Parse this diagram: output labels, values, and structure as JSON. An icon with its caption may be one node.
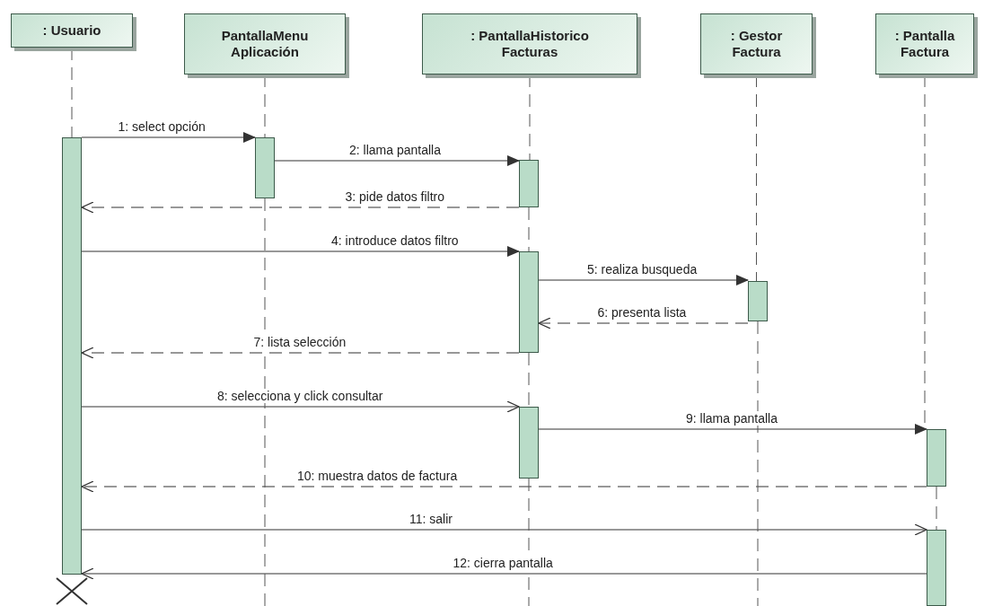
{
  "diagram": {
    "nodes": [
      {
        "text": [
          ": Usuario"
        ]
      },
      {
        "text": [
          "PantallaMenu Aplicación"
        ]
      },
      {
        "text": [
          ": PantallaHistorico Facturas"
        ]
      },
      {
        "text": [
          ": Gestor Factura"
        ]
      },
      {
        "text": [
          ": Pantalla Factura"
        ]
      },
      {
        "text": [],
        "shape": "bar"
      },
      {
        "text": [],
        "shape": "bar"
      },
      {
        "text": [],
        "shape": "bar"
      },
      {
        "text": [],
        "shape": "bar"
      },
      {
        "text": [],
        "shape": "bar"
      },
      {
        "text": [],
        "shape": "bar"
      },
      {
        "text": [],
        "shape": "bar"
      },
      {
        "text": [],
        "shape": "bar"
      },
      {
        "text": [],
        "shape": "cross"
      }
    ],
    "edges": [
      {
        "from": 5,
        "to": 6,
        "arrow": "to",
        "label": "1: select opción"
      },
      {
        "from": 6,
        "to": 7,
        "arrow": "to",
        "label": "2: llama pantalla"
      },
      {
        "from": 7,
        "to": 5,
        "arrow": "to",
        "label": "3: pide datos filtro",
        "style": "dashed"
      },
      {
        "from": 5,
        "to": 8,
        "arrow": "to",
        "label": "4: introduce datos filtro"
      },
      {
        "from": 8,
        "to": 9,
        "arrow": "to",
        "label": "5: realiza busqueda"
      },
      {
        "from": 9,
        "to": 8,
        "arrow": "to",
        "label": "6: presenta lista",
        "style": "dashed"
      },
      {
        "from": 8,
        "to": 5,
        "arrow": "to",
        "label": "7: lista selección",
        "style": "dashed"
      },
      {
        "from": 5,
        "to": 10,
        "arrow": "to",
        "label": "8: selecciona y click consultar"
      },
      {
        "from": 10,
        "to": 11,
        "arrow": "to",
        "label": "9: llama pantalla"
      },
      {
        "from": 11,
        "to": 5,
        "arrow": "to",
        "label": "10: muestra datos de factura",
        "style": "dashed"
      },
      {
        "from": 5,
        "to": 12,
        "arrow": "to",
        "label": "11: salir"
      },
      {
        "from": 12,
        "to": 5,
        "arrow": "to",
        "label": "12: cierra pantalla"
      },
      {
        "from": 0,
        "to": 5,
        "arrow": "none",
        "style": "dashed"
      },
      {
        "from": 1,
        "to": 6,
        "arrow": "none",
        "style": "dashed"
      },
      {
        "from": 6,
        "to": null,
        "arrow": "none",
        "style": "dashed"
      },
      {
        "from": 2,
        "to": 7,
        "arrow": "none",
        "style": "dashed"
      },
      {
        "from": 7,
        "to": 8,
        "arrow": "none",
        "style": "dashed"
      },
      {
        "from": 8,
        "to": 10,
        "arrow": "none",
        "style": "dashed"
      },
      {
        "from": 10,
        "to": null,
        "arrow": "none",
        "style": "dashed"
      },
      {
        "from": 3,
        "to": 9,
        "arrow": "none",
        "style": "dashed"
      },
      {
        "from": 9,
        "to": null,
        "arrow": "none",
        "style": "dashed"
      },
      {
        "from": 4,
        "to": 11,
        "arrow": "none",
        "style": "dashed"
      },
      {
        "from": 11,
        "to": 12,
        "arrow": "none",
        "style": "dashed"
      }
    ]
  }
}
